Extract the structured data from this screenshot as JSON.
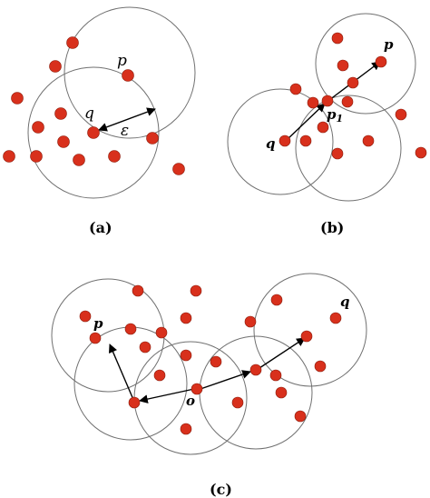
{
  "colors": {
    "point": "#d8301c",
    "circle": "#707070",
    "arrow": "#000000"
  },
  "panel_a": {
    "caption": "(a)",
    "label_p": "p",
    "label_q": "q",
    "label_eps": "ε"
  },
  "panel_b": {
    "caption": "(b)",
    "label_p": "p",
    "label_q": "q",
    "label_p1": "p",
    "label_p1_sub": "1"
  },
  "panel_c": {
    "caption": "(c)",
    "label_p": "p",
    "label_q": "q",
    "label_o": "o"
  }
}
